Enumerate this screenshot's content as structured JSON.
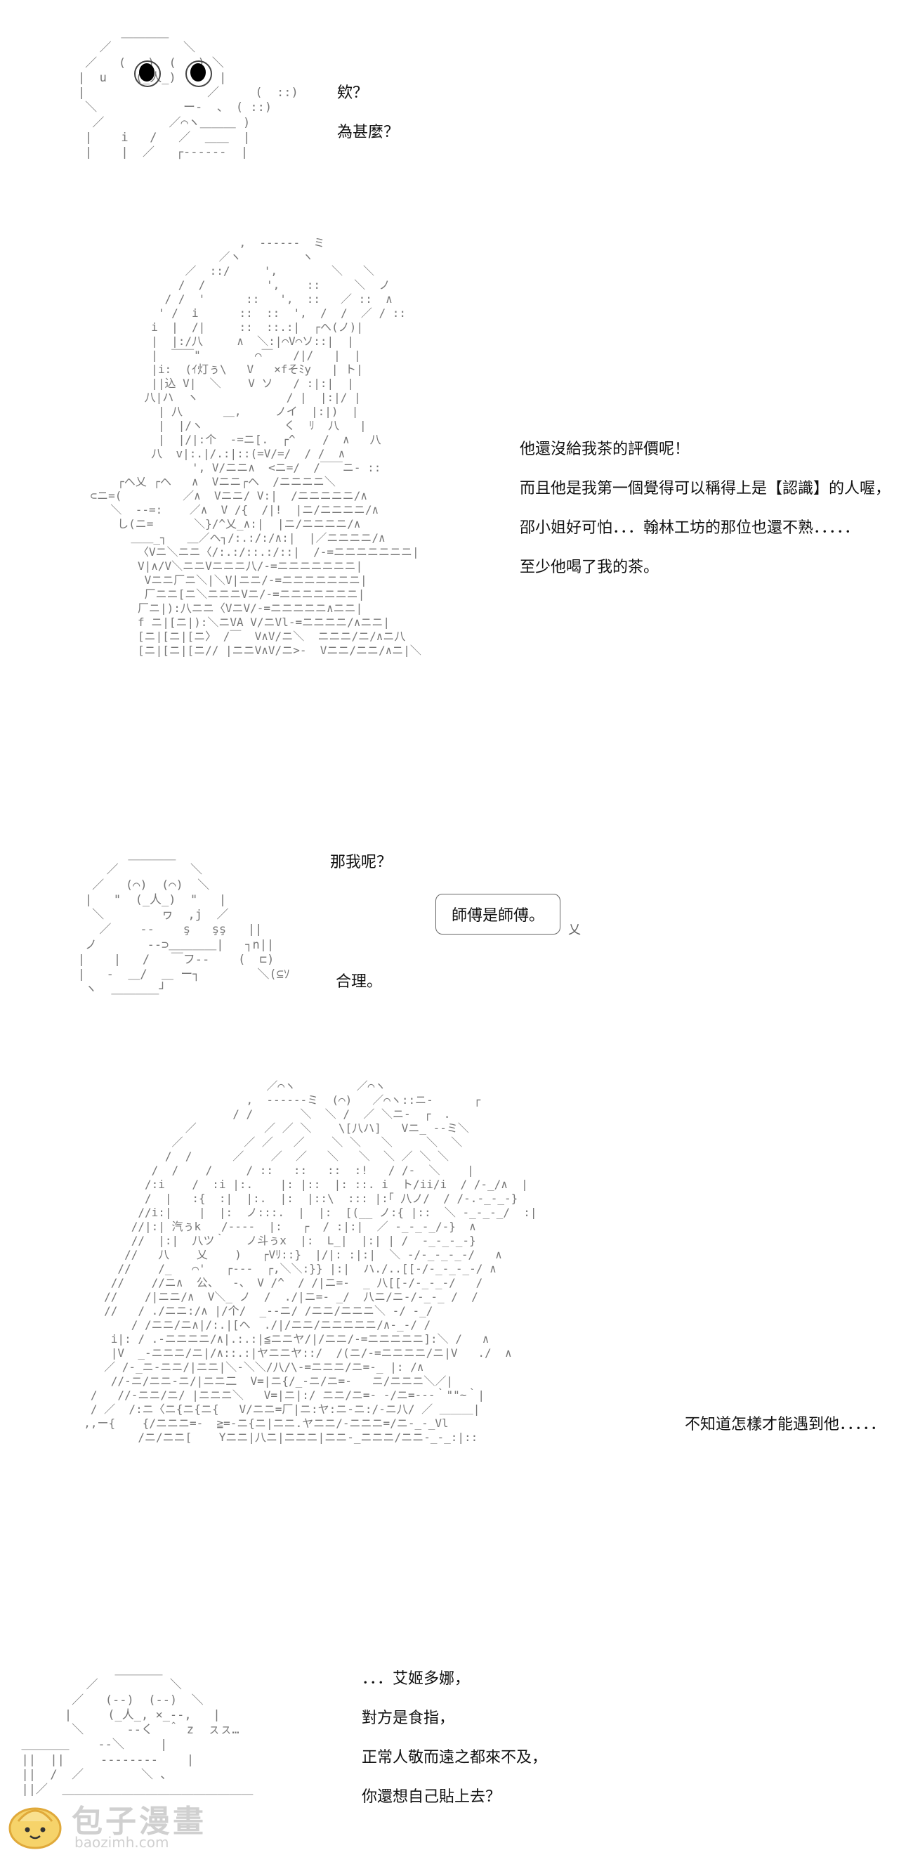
{
  "panels": [
    {
      "lines": [
        "欸？",
        "為甚麼？"
      ]
    },
    {
      "lines": [
        "他還沒給我茶的評價呢！",
        "而且他是我第一個覺得可以稱得上是【認識】的人喔，",
        "邵小姐好可怕．．．翰林工坊的那位也還不熟．．．．．",
        "至少他喝了我的茶。"
      ]
    },
    {
      "lines_top": [
        "那我呢？"
      ],
      "bubble": "師傅是師傅。",
      "lines_bottom": [
        "合理。"
      ]
    },
    {
      "lines": [
        "不知道怎樣才能遇到他．．．．．"
      ]
    },
    {
      "lines": [
        "．．．艾姬多娜，",
        "對方是食指，",
        "正常人敬而遠之都來不及，",
        "你還想自己貼上去？"
      ]
    }
  ],
  "watermark": {
    "name": "包子漫畫",
    "url": "baozimh.com"
  }
}
